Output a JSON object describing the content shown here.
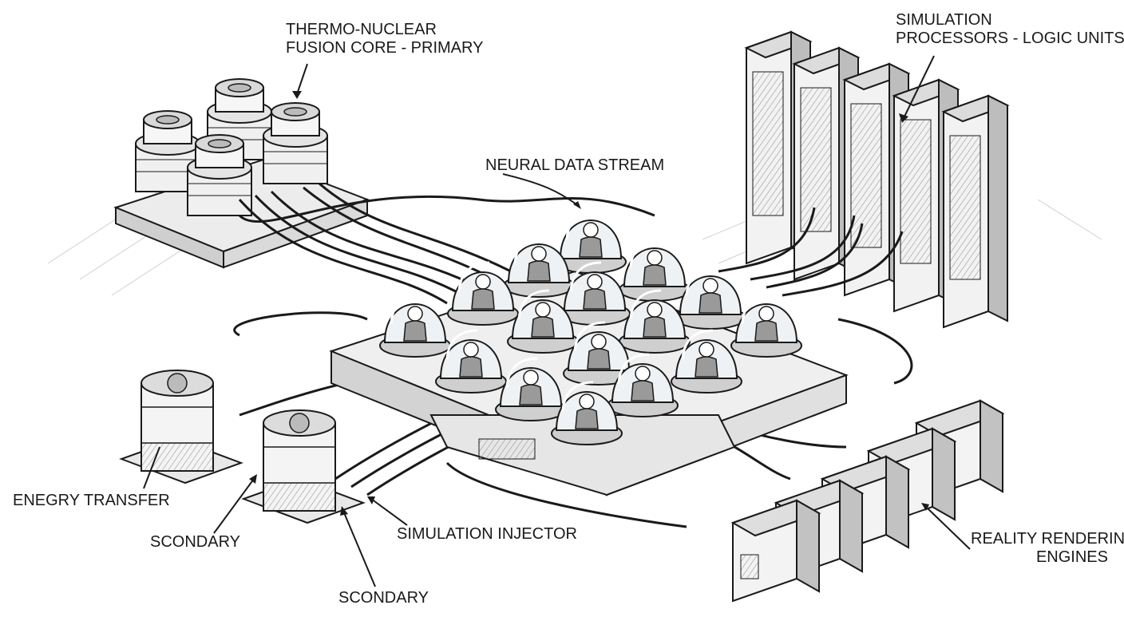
{
  "labels": {
    "fusion_core": {
      "line1": "THERMO-NUCLEAR",
      "line2": "FUSION CORE - PRIMARY"
    },
    "processors": {
      "line1": "SIMULATION",
      "line2": "PROCESSORS - LOGIC UNITS"
    },
    "neural_stream": "NEURAL DATA STREAM",
    "energy_transfer": "ENEGRY TRANSFER",
    "secondary_a": "SCONDARY",
    "secondary_b": "SCONDARY",
    "injector": "SIMULATION INJECTOR",
    "rendering": {
      "line1": "REALITY RENDERING",
      "line2": "ENGINES"
    }
  },
  "colors": {
    "ink": "#1a1a1a",
    "paper": "#ffffff",
    "shade": "#d9d9d9",
    "glass": "#eef2f4"
  },
  "icons": [
    "fusion-reactor-icon",
    "server-rack-icon",
    "stasis-pod-icon",
    "transformer-icon",
    "tower-computer-icon"
  ]
}
